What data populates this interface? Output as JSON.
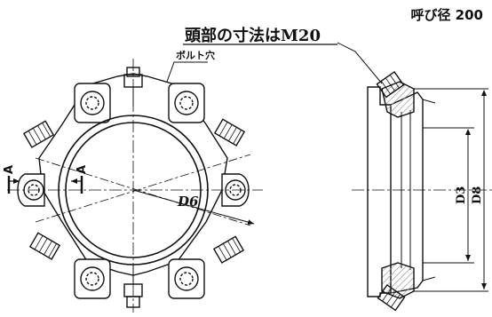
{
  "header": {
    "nominal_size": "呼び径 200"
  },
  "annotations": {
    "head_size": "頭部の寸法はM20",
    "bolt_hole": "ボルト穴",
    "section_mark": "A",
    "dim_d6": "D6",
    "dim_d3": "D3",
    "dim_d8": "D8"
  },
  "colors": {
    "line": "#111111",
    "hatch": "#9a9a9a",
    "background": "#ffffff"
  }
}
